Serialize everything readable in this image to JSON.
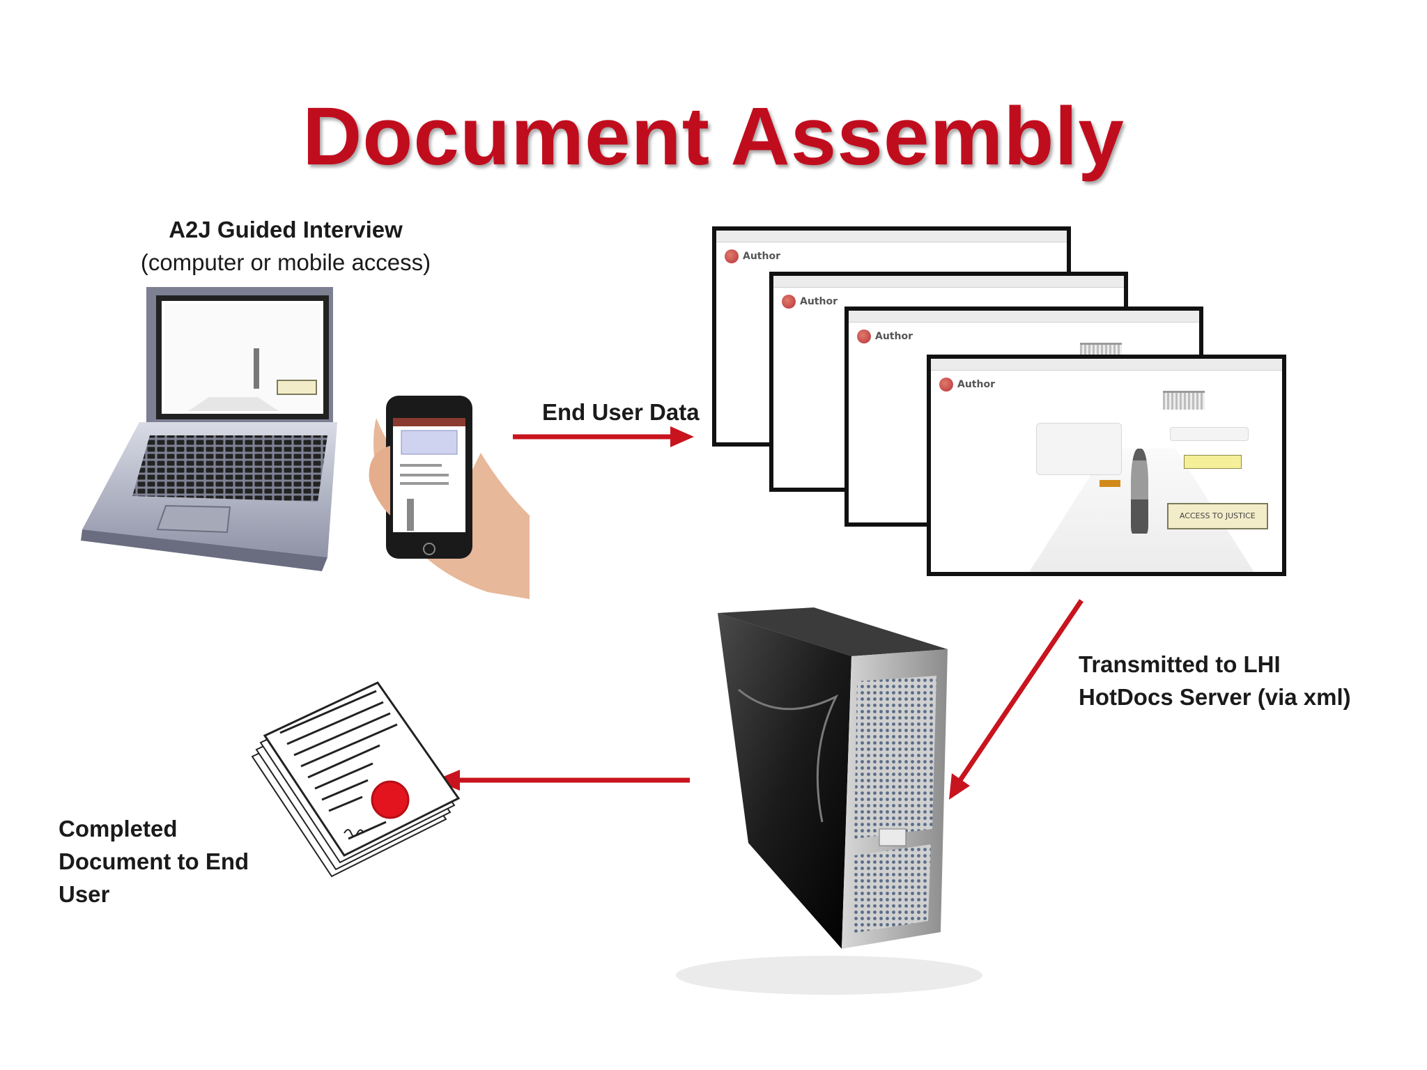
{
  "title": "Document Assembly",
  "labels": {
    "interview_title": "A2J Guided Interview",
    "interview_subtitle": "(computer or mobile access)",
    "end_user_data": "End User Data",
    "transmitted_line1": "Transmitted to LHI",
    "transmitted_line2": "HotDocs Server (via xml)",
    "completed_line1": "Completed",
    "completed_line2": "Document to End",
    "completed_line3": "User"
  },
  "screenshots": {
    "brand": "Author",
    "sign_text": "ACCESS TO JUSTICE"
  },
  "colors": {
    "title_red": "#c00d1e",
    "arrow_red": "#c8141e",
    "seal_red": "#e3141e"
  }
}
